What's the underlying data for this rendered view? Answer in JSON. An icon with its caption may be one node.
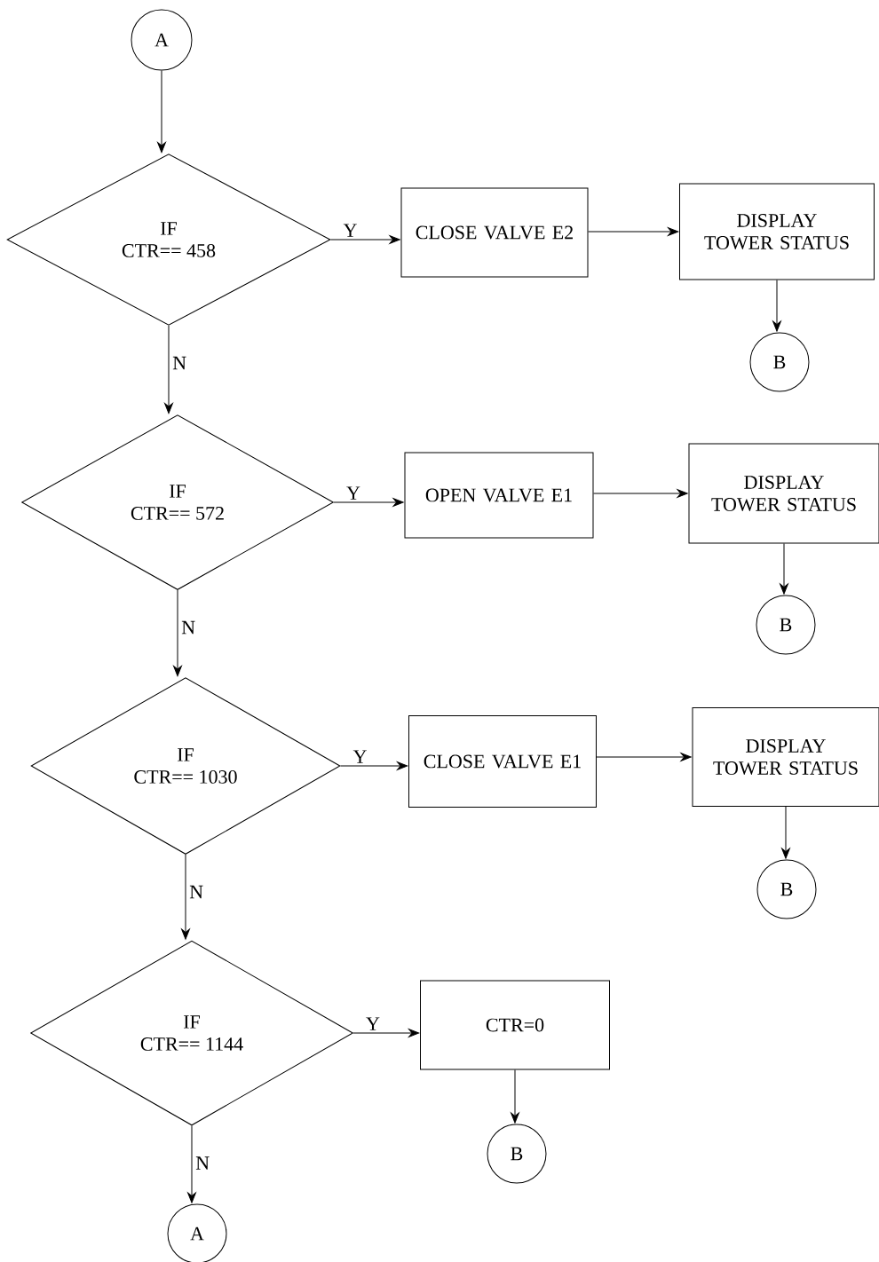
{
  "diagram": {
    "nodes": [
      {
        "text": [
          "A"
        ]
      },
      {
        "text": [
          "IF",
          "CTR== 458"
        ]
      },
      {
        "text": [
          "CLOSE VALVE E2"
        ]
      },
      {
        "text": [
          "DISPLAY TOWER STATUS"
        ]
      },
      {
        "text": [
          "B"
        ]
      },
      {
        "text": [
          "IF",
          "CTR== 572"
        ]
      },
      {
        "text": [
          "OPEN VALVE E1"
        ]
      },
      {
        "text": [
          "DISPLAY TOWER STATUS"
        ]
      },
      {
        "text": [
          "B"
        ]
      },
      {
        "text": [
          "IF",
          "CTR== 1030"
        ]
      },
      {
        "text": [
          "CLOSE VALVE E1"
        ]
      },
      {
        "text": [
          "DISPLAY TOWER STATUS"
        ]
      },
      {
        "text": [
          "B"
        ]
      },
      {
        "text": [
          "IF",
          "CTR== 1144"
        ]
      },
      {
        "text": [
          "CTR=0"
        ]
      },
      {
        "text": [
          "B"
        ]
      },
      {
        "text": [
          "A"
        ]
      }
    ],
    "edges": [
      {
        "from": 0,
        "to": 1,
        "arrow": "to"
      },
      {
        "from": 1,
        "to": 2,
        "arrow": "to",
        "label": "Y"
      },
      {
        "from": 2,
        "to": 3,
        "arrow": "to"
      },
      {
        "from": 3,
        "to": 4,
        "arrow": "to"
      },
      {
        "from": 1,
        "to": 5,
        "arrow": "to",
        "label": "N"
      },
      {
        "from": 5,
        "to": 6,
        "arrow": "to",
        "label": "Y"
      },
      {
        "from": 6,
        "to": 7,
        "arrow": "to"
      },
      {
        "from": 7,
        "to": 8,
        "arrow": "to"
      },
      {
        "from": 5,
        "to": 9,
        "arrow": "to",
        "label": "N"
      },
      {
        "from": 9,
        "to": 10,
        "arrow": "to",
        "label": "Y"
      },
      {
        "from": 10,
        "to": 11,
        "arrow": "to"
      },
      {
        "from": 11,
        "to": 12,
        "arrow": "to"
      },
      {
        "from": 9,
        "to": 13,
        "arrow": "to",
        "label": "N"
      },
      {
        "from": 13,
        "to": 14,
        "arrow": "to",
        "label": "Y"
      },
      {
        "from": 14,
        "to": 15,
        "arrow": "to"
      },
      {
        "from": 13,
        "to": 16,
        "arrow": "to",
        "label": "N"
      }
    ]
  }
}
